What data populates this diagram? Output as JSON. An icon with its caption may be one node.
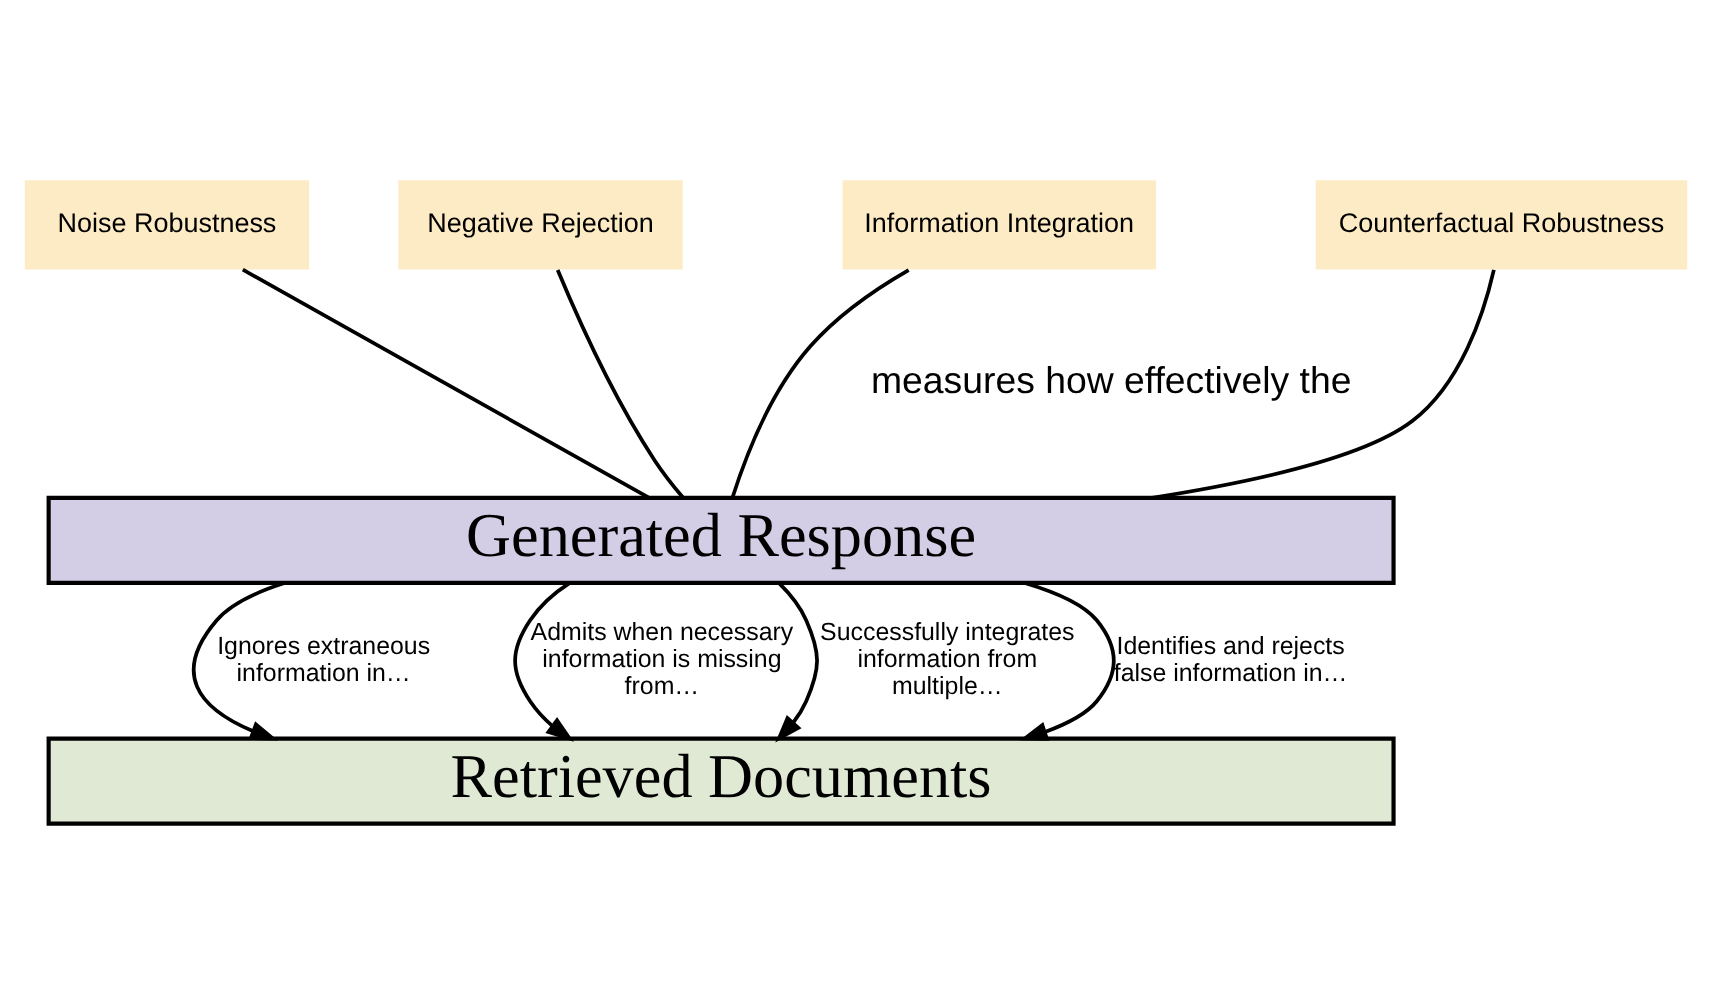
{
  "diagram": {
    "nodes": [
      {
        "text": [
          "Noise Robustness"
        ]
      },
      {
        "text": [
          "Negative Rejection"
        ]
      },
      {
        "text": [
          "Information Integration"
        ]
      },
      {
        "text": [
          "Counterfactual Robustness"
        ]
      },
      {
        "text": [
          "Generated Response"
        ]
      },
      {
        "text": [
          "Retrieved Documents"
        ]
      }
    ],
    "edges": [
      {
        "from": 0,
        "to": 4,
        "arrow": "none"
      },
      {
        "from": 1,
        "to": 4,
        "arrow": "none"
      },
      {
        "from": 2,
        "to": 4,
        "arrow": "none"
      },
      {
        "from": 3,
        "to": 4,
        "arrow": "none"
      },
      {
        "from": 4,
        "to": 5,
        "arrow": "to",
        "label": "Ignores extraneous information in…"
      },
      {
        "from": 4,
        "to": 5,
        "arrow": "to",
        "label": "Admits when necessary information is missing from…"
      },
      {
        "from": 4,
        "to": 5,
        "arrow": "to",
        "label": "Successfully integrates information from multiple…"
      },
      {
        "from": 4,
        "to": 5,
        "arrow": "to",
        "label": "Identifies and rejects false information in…"
      }
    ],
    "labels": [
      "measures how effectively the"
    ]
  }
}
